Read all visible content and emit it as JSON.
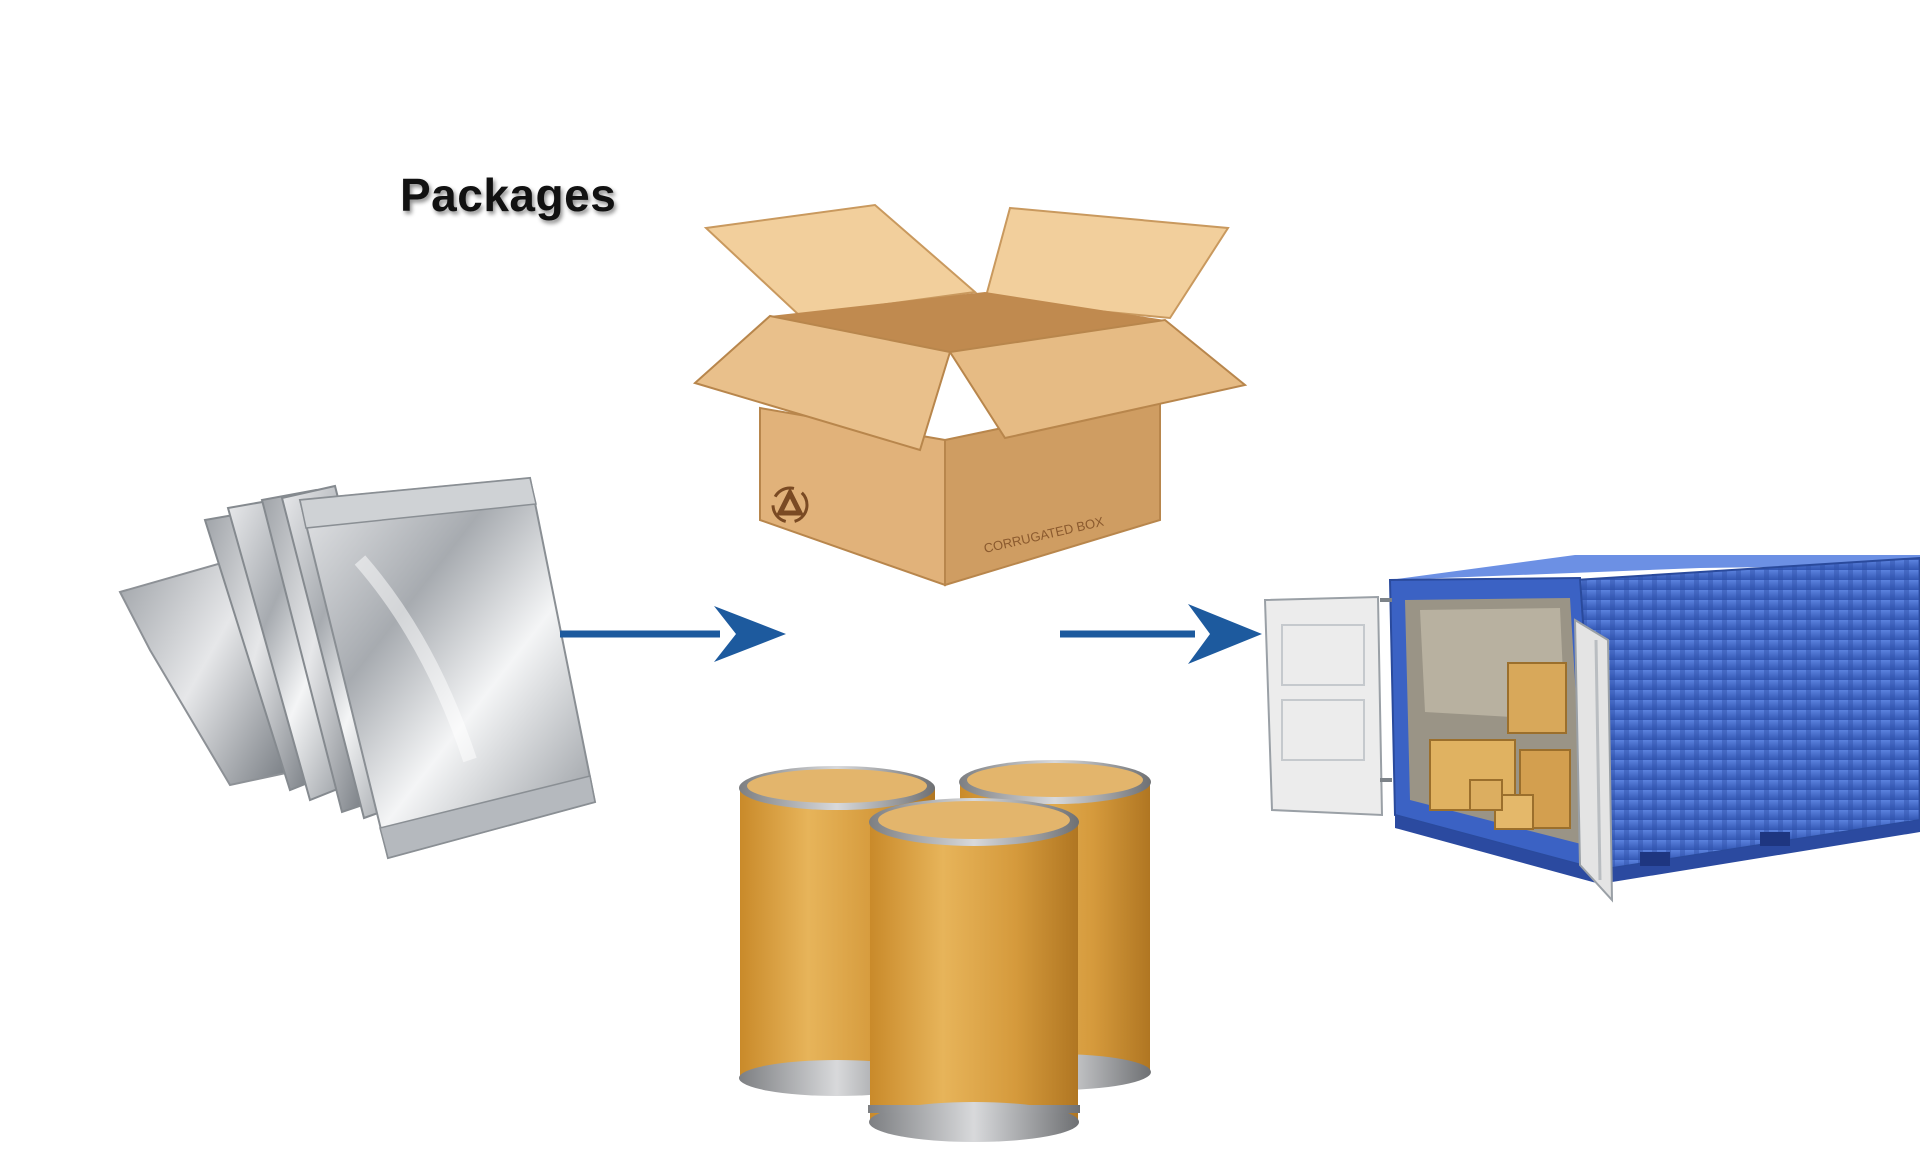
{
  "title": "Packages",
  "box_print": "CORRUGATED BOX",
  "colors": {
    "arrow": "#1d5a9e",
    "container": "#3f67c8",
    "cardboard": "#e3b57f",
    "drum": "#dca445",
    "foil": "#bfc2c6"
  },
  "items": [
    {
      "name": "foil-bags"
    },
    {
      "name": "corrugated-box"
    },
    {
      "name": "fiber-drums"
    },
    {
      "name": "shipping-container"
    }
  ]
}
